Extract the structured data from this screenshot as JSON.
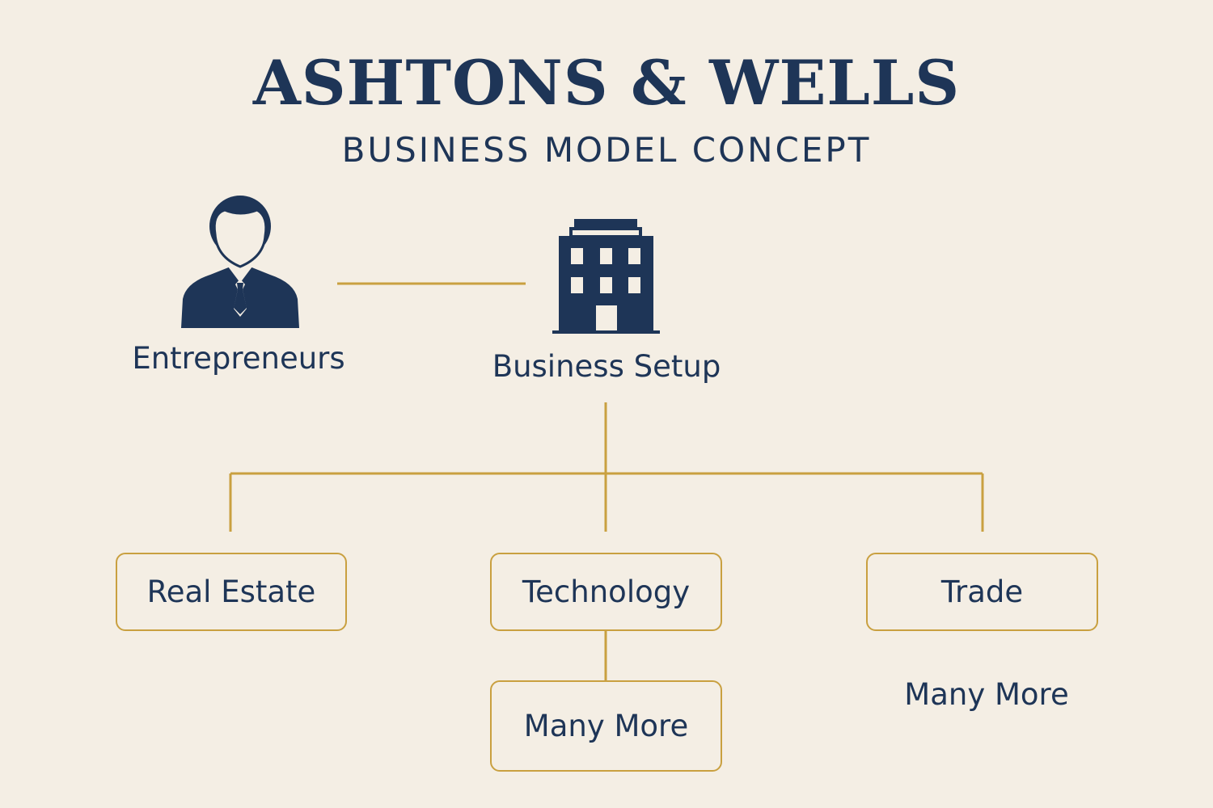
{
  "header": {
    "title": "ASHTONS & WELLS",
    "subtitle": "BUSINESS MODEL CONCEPT"
  },
  "nodes": {
    "entrepreneurs": "Entrepreneurs",
    "business_setup": "Business Setup",
    "real_estate": "Real Estate",
    "technology": "Technology",
    "trade": "Trade",
    "tech_many_more": "Many More",
    "trade_many_more": "Many More"
  },
  "colors": {
    "background": "#f4eee4",
    "navy": "#1e3557",
    "gold": "#c9a040"
  },
  "icons": {
    "entrepreneur": "person-icon",
    "business": "building-icon"
  }
}
